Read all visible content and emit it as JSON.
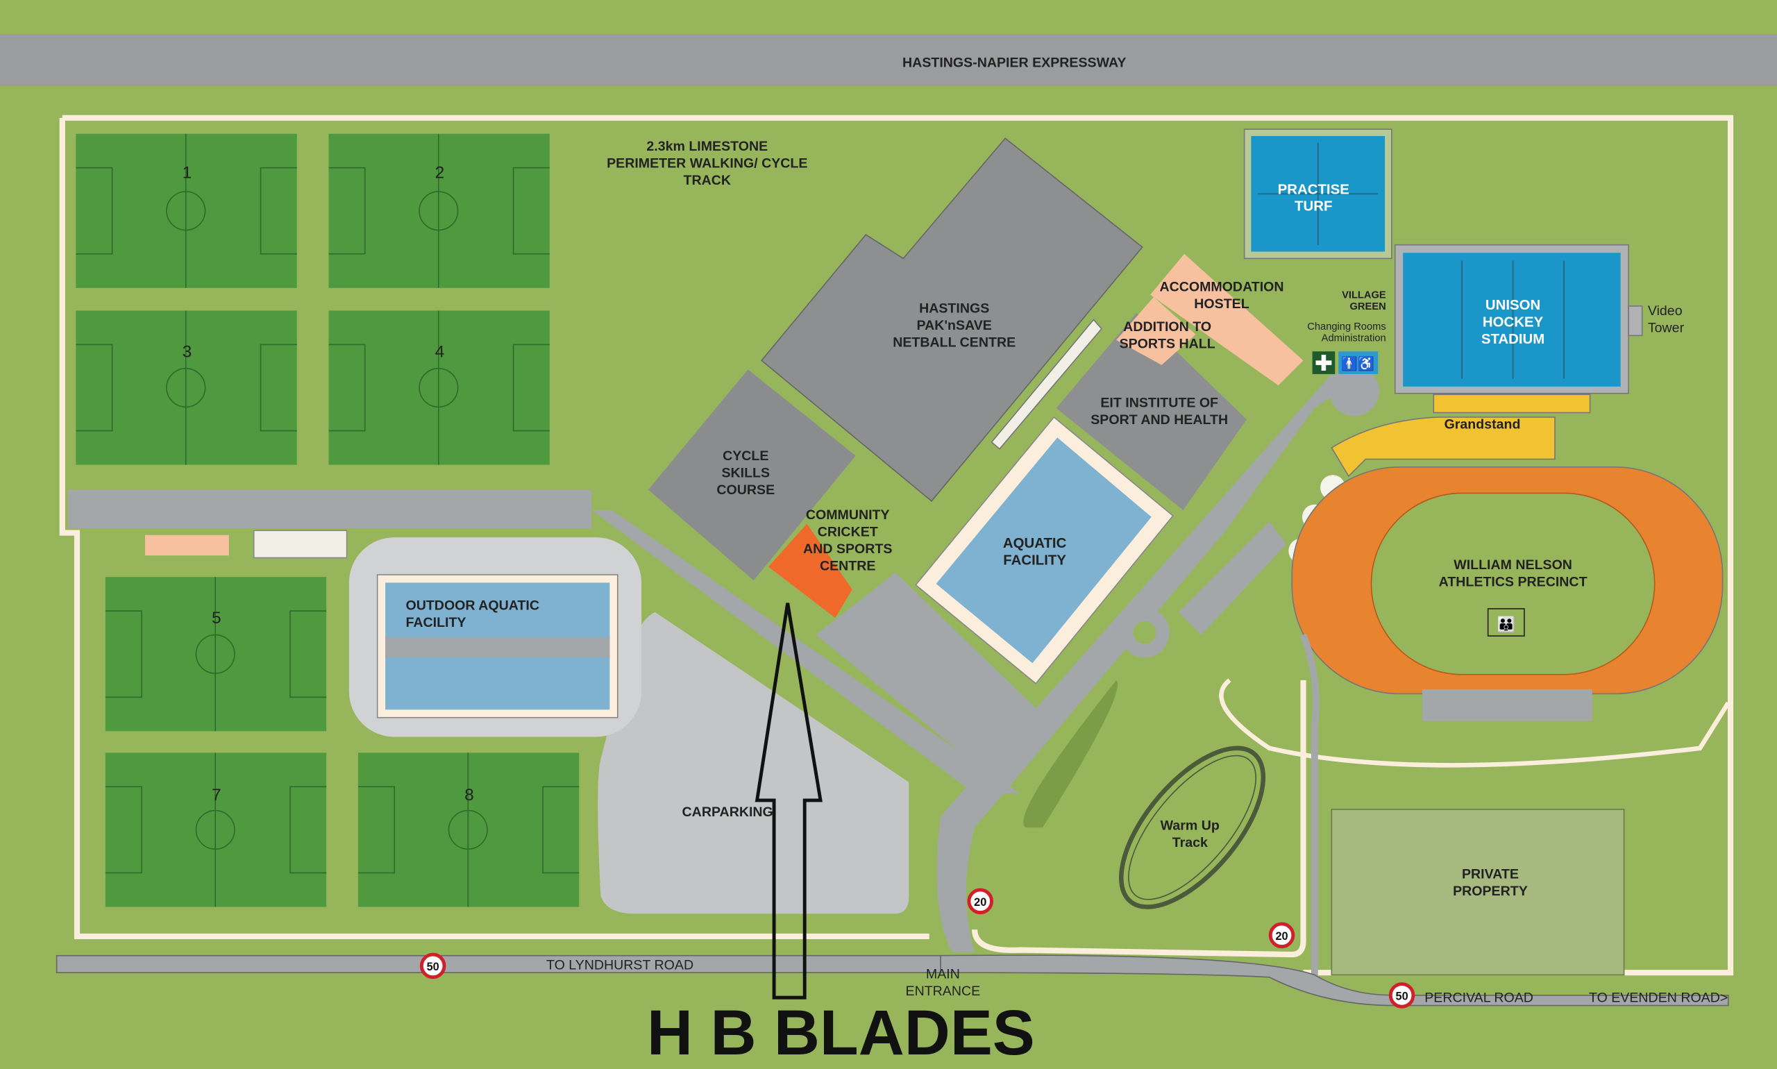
{
  "roads": {
    "expressway": "HASTINGS-NAPIER EXPRESSWAY",
    "lyndhurst": "TO LYNDHURST ROAD",
    "percival": "PERCIVAL ROAD",
    "evenden": "TO EVENDEN ROAD>",
    "main_entrance": [
      "MAIN",
      "ENTRANCE"
    ]
  },
  "track_label": [
    "2.3km LIMESTONE",
    "PERIMETER WALKING/ CYCLE",
    "TRACK"
  ],
  "fields": [
    "1",
    "2",
    "3",
    "4",
    "5",
    "7",
    "8"
  ],
  "facilities": {
    "netball": [
      "HASTINGS",
      "PAK'nSAVE",
      "NETBALL CENTRE"
    ],
    "cycle": [
      "CYCLE",
      "SKILLS",
      "COURSE"
    ],
    "cricket": [
      "COMMUNITY",
      "CRICKET",
      "AND SPORTS",
      "CENTRE"
    ],
    "aquatic": [
      "AQUATIC",
      "FACILITY"
    ],
    "outdoor_aquatic": [
      "OUTDOOR AQUATIC",
      "FACILITY"
    ],
    "carparking": "CARPARKING",
    "eit": [
      "EIT INSTITUTE OF",
      "SPORT AND HEALTH"
    ],
    "accommodation": [
      "ACCOMMODATION",
      "HOSTEL"
    ],
    "sports_hall": [
      "ADDITION TO",
      "SPORTS HALL"
    ],
    "practise_turf": [
      "PRACTISE",
      "TURF"
    ],
    "hockey": [
      "UNISON",
      "HOCKEY",
      "STADIUM"
    ],
    "video_tower": [
      "Video",
      "Tower"
    ],
    "village_green": [
      "VILLAGE",
      "GREEN"
    ],
    "changing": [
      "Changing Rooms",
      "Administration"
    ],
    "grandstand": "Grandstand",
    "athletics": [
      "WILLIAM NELSON",
      "ATHLETICS PRECINCT"
    ],
    "warmup": [
      "Warm Up",
      "Track"
    ],
    "private": [
      "PRIVATE",
      "PROPERTY"
    ]
  },
  "speed_signs": [
    "50",
    "20",
    "20",
    "50"
  ],
  "annotation": "H B BLADES",
  "colors": {
    "grass": "#97b65b",
    "pitch": "#4f9a3f",
    "road": "#a4a7a9",
    "pool": "#7fb2d1",
    "turf": "#1a97c8",
    "track": "#e8832f",
    "peach": "#f7c09f",
    "orange": "#ef6a2a"
  }
}
